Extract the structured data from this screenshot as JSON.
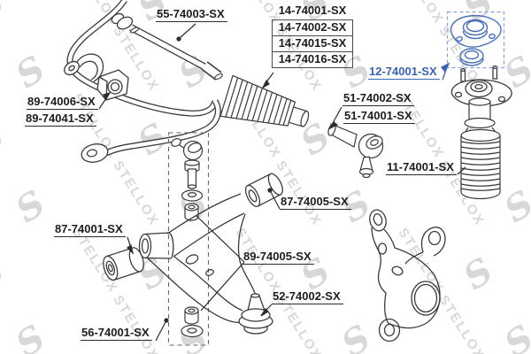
{
  "brand_watermark": "STELLOX",
  "colors": {
    "highlight_blue": "#3c63b0",
    "dashed_blue": "#8aa0d4",
    "line_dark": "#3a3a3a",
    "watermark_gray": "#d8d8d8"
  },
  "parts": {
    "tie_rod_axial": {
      "label": "55-74003-SX"
    },
    "steering_boot_kit": {
      "labels": [
        "14-74001-SX",
        "14-74002-SX",
        "14-74015-SX",
        "14-74016-SX"
      ]
    },
    "strut_mount_selected": {
      "label": "12-74001-SX",
      "highlighted": true
    },
    "stab_bushing": {
      "label": "89-74006-SX"
    },
    "stab_bracket": {
      "label": "89-74041-SX"
    },
    "tie_rod_end_outer_a": {
      "label": "51-74002-SX"
    },
    "tie_rod_end_outer_b": {
      "label": "51-74001-SX"
    },
    "shock_dust_boot": {
      "label": "11-74001-SX"
    },
    "arm_bushing_front": {
      "label": "87-74005-SX"
    },
    "arm_bushing_rear": {
      "label": "87-74001-SX"
    },
    "link_bushing_kit": {
      "label": "89-74005-SX"
    },
    "ball_joint": {
      "label": "52-74002-SX"
    },
    "stab_link": {
      "label": "56-74001-SX"
    }
  }
}
